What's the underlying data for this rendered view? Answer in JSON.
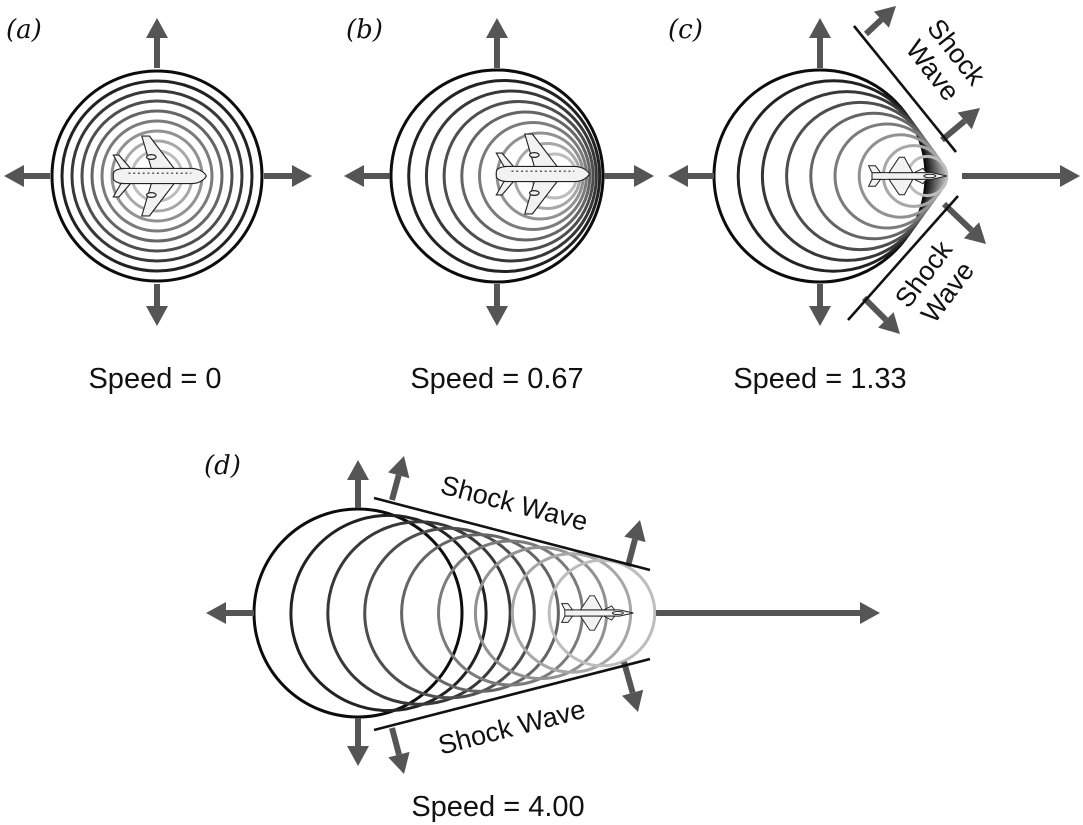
{
  "colors": {
    "arrow": "#555555",
    "wave_dark": "#0c0c0c",
    "wave_light": "#bdbdbd",
    "line": "#111111",
    "plane_fill": "#f2f2f2"
  },
  "icons": {
    "arrow": "arrow-icon",
    "jet": "jet-airliner-icon",
    "fighter": "fighter-jet-icon"
  },
  "panels": [
    {
      "id": "a",
      "label": "(a)",
      "speed_text": "Speed = 0",
      "speed": 0
    },
    {
      "id": "b",
      "label": "(b)",
      "speed_text": "Speed = 0.67",
      "speed": 0.67
    },
    {
      "id": "c",
      "label": "(c)",
      "speed_text": "Speed = 1.33",
      "speed": 1.33,
      "shock_labels": [
        {
          "line1": "Shock",
          "line2": "Wave"
        },
        {
          "line1": "Shock",
          "line2": "Wave"
        }
      ]
    },
    {
      "id": "d",
      "label": "(d)",
      "speed_text": "Speed = 4.00",
      "speed": 4.0,
      "shock_labels": [
        {
          "text": "Shock Wave"
        },
        {
          "text": "Shock Wave"
        }
      ]
    }
  ]
}
